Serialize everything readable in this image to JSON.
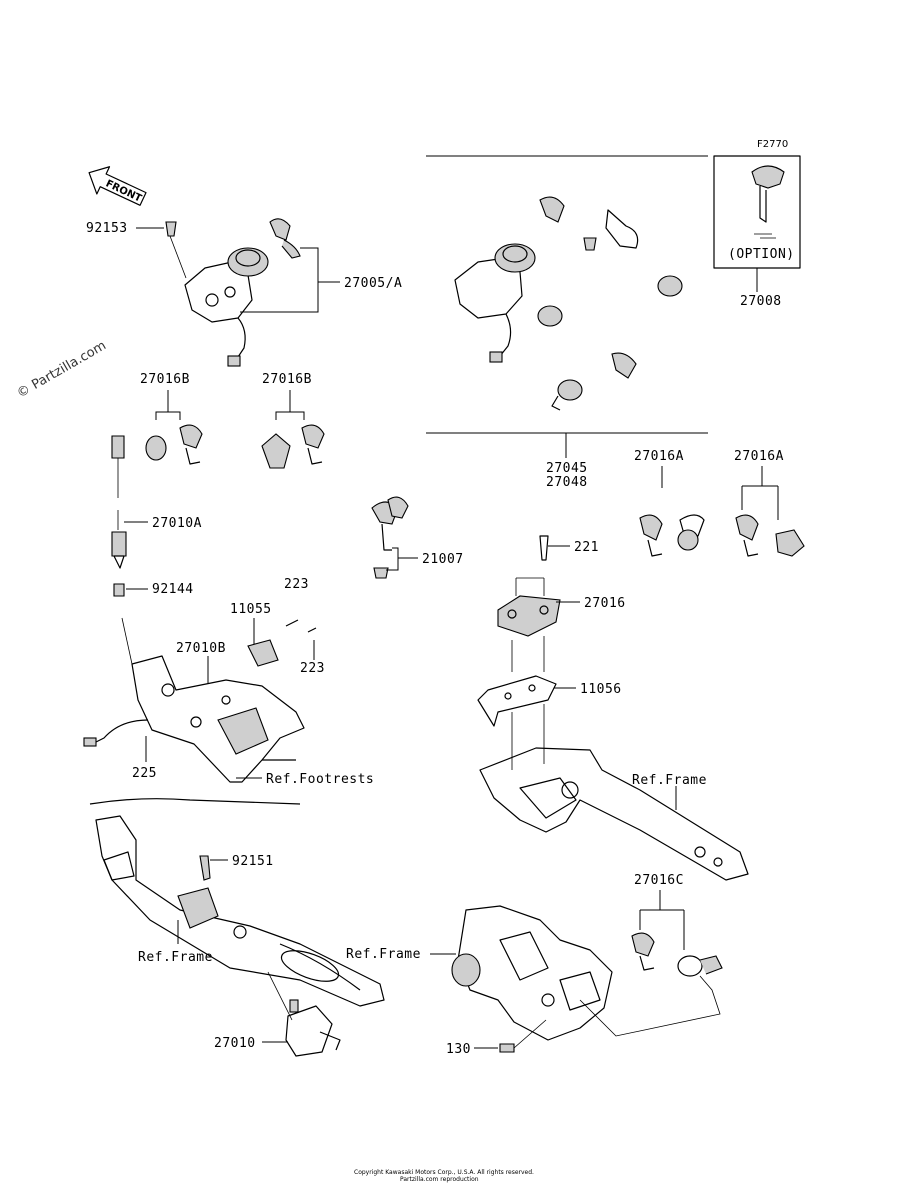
{
  "figure_code": "F2770",
  "watermark": "© Partzilla.com",
  "front_label": "FRONT",
  "option_label": "(OPTION)",
  "labels": {
    "p92153": "92153",
    "p27005a": "27005/A",
    "p27008": "27008",
    "p27016b_1": "27016B",
    "p27016b_2": "27016B",
    "p27010a": "27010A",
    "p92144": "92144",
    "p223_a": "223",
    "p11055": "11055",
    "p27010b": "27010B",
    "p223_b": "223",
    "p225": "225",
    "ref_footrests": "Ref.Footrests",
    "p27045": "27045",
    "p27048": "27048",
    "p27016a_1": "27016A",
    "p27016a_2": "27016A",
    "p21007": "21007",
    "p221": "221",
    "p27016": "27016",
    "p11056": "11056",
    "ref_frame_1": "Ref.Frame",
    "p92151": "92151",
    "ref_frame_2": "Ref.Frame",
    "ref_frame_3": "Ref.Frame",
    "p27016c": "27016C",
    "p27010": "27010",
    "p130": "130"
  }
}
